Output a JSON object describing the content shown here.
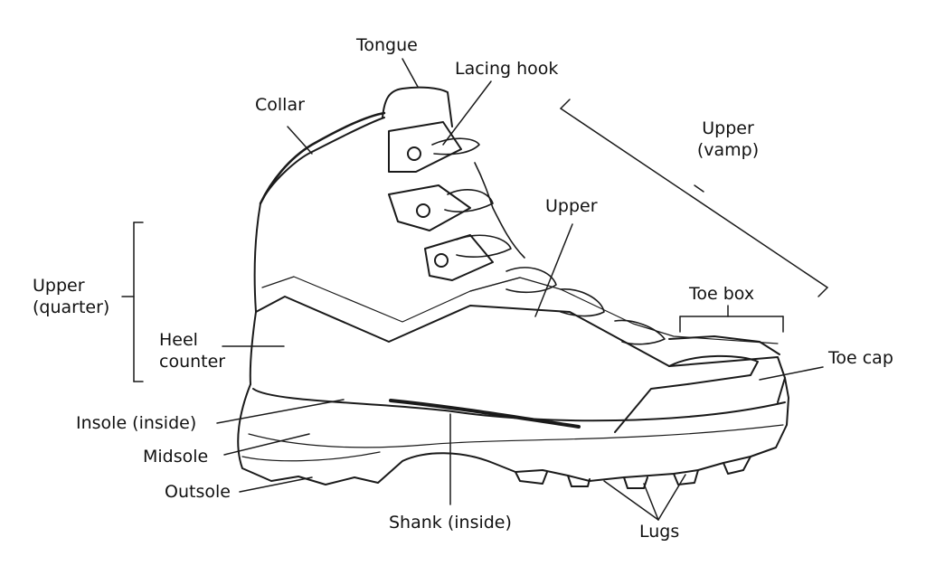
{
  "labels": {
    "tongue": "Tongue",
    "lacing_hook": "Lacing hook",
    "collar": "Collar",
    "upper_vamp_1": "Upper",
    "upper_vamp_2": "(vamp)",
    "upper": "Upper",
    "upper_quarter_1": "Upper",
    "upper_quarter_2": "(quarter)",
    "heel_counter_1": "Heel",
    "heel_counter_2": "counter",
    "toe_box": "Toe box",
    "toe_cap": "Toe cap",
    "insole": "Insole (inside)",
    "midsole": "Midsole",
    "outsole": "Outsole",
    "shank": "Shank (inside)",
    "lugs": "Lugs"
  },
  "colors": {
    "line": "#1a1a1a",
    "background": "#ffffff"
  }
}
